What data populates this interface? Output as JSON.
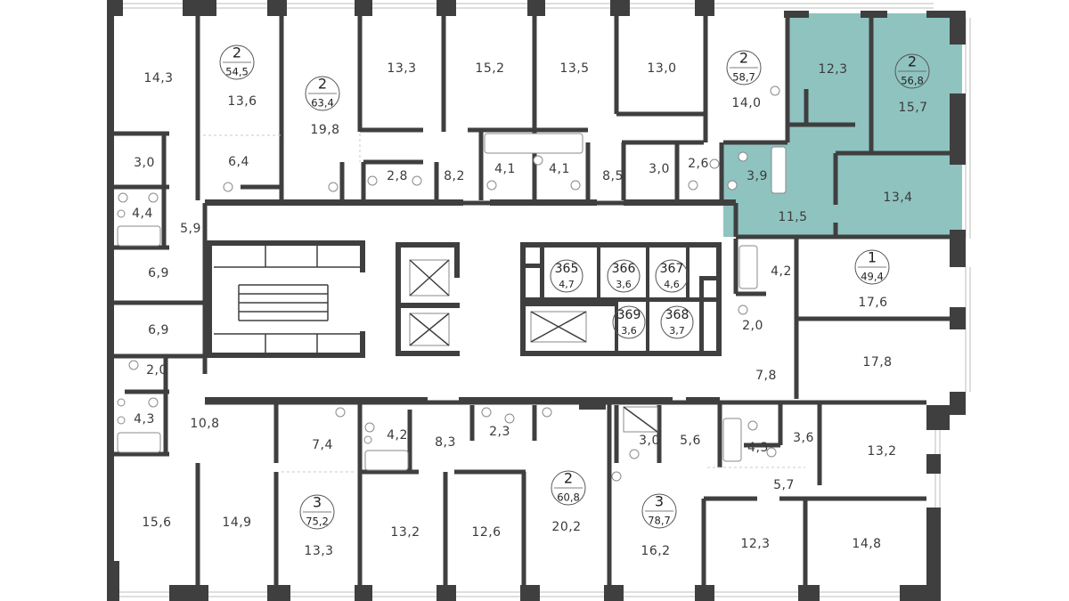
{
  "apartments": [
    {
      "id": "apt-a",
      "rooms": "2",
      "total": "54,5"
    },
    {
      "id": "apt-b",
      "rooms": "2",
      "total": "63,4"
    },
    {
      "id": "apt-c",
      "rooms": "2",
      "total": "58,7"
    },
    {
      "id": "apt-d",
      "rooms": "2",
      "total": "56,8",
      "selected": true
    },
    {
      "id": "apt-e",
      "rooms": "1",
      "total": "49,4"
    },
    {
      "id": "apt-f",
      "rooms": "2",
      "total": "60,8"
    },
    {
      "id": "apt-g",
      "rooms": "3",
      "total": "75,2"
    },
    {
      "id": "apt-h",
      "rooms": "3",
      "total": "78,7"
    }
  ],
  "storage": [
    {
      "number": "365",
      "area": "4,7"
    },
    {
      "number": "366",
      "area": "3,6"
    },
    {
      "number": "367",
      "area": "4,6"
    },
    {
      "number": "369",
      "area": "3,6"
    },
    {
      "number": "368",
      "area": "3,7"
    }
  ],
  "rooms": [
    "14,3",
    "13,6",
    "19,8",
    "13,3",
    "15,2",
    "13,5",
    "13,0",
    "14,0",
    "12,3",
    "15,7",
    "3,0",
    "6,4",
    "2,8",
    "8,2",
    "4,1",
    "4,1",
    "8,5",
    "3,0",
    "2,6",
    "3,9",
    "13,4",
    "4,4",
    "5,9",
    "11,5",
    "6,9",
    "4,2",
    "17,6",
    "6,9",
    "2,0",
    "17,8",
    "2,0",
    "7,8",
    "4,3",
    "10,8",
    "7,4",
    "4,2",
    "8,3",
    "2,3",
    "3,0",
    "5,6",
    "4,3",
    "3,6",
    "13,2",
    "5,7",
    "15,6",
    "14,9",
    "13,3",
    "13,2",
    "12,6",
    "20,2",
    "16,2",
    "12,3",
    "14,8"
  ],
  "colors": {
    "wall": "#3f3f3f",
    "selected": "#8fc3c0"
  }
}
